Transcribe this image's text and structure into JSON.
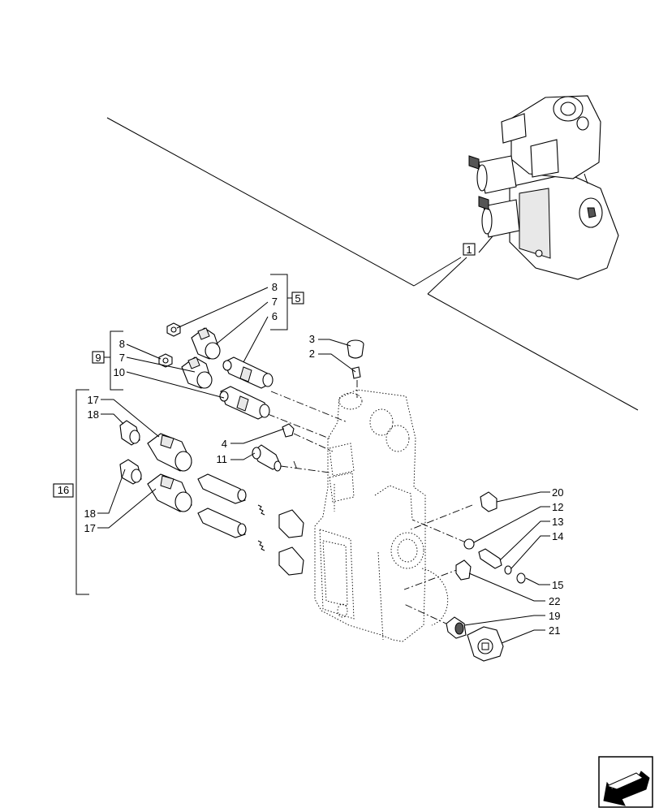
{
  "callouts": {
    "c1": "1",
    "c2": "2",
    "c3": "3",
    "c4": "4",
    "c5": "5",
    "c6": "6",
    "c7a": "7",
    "c7b": "7",
    "c8a": "8",
    "c8b": "8",
    "c9": "9",
    "c10": "10",
    "c11": "11",
    "c12": "12",
    "c13": "13",
    "c14": "14",
    "c15": "15",
    "c16": "16",
    "c17a": "17",
    "c17b": "17",
    "c18a": "18",
    "c18b": "18",
    "c19": "19",
    "c20": "20",
    "c21": "21",
    "c22": "22"
  },
  "icons": {
    "nav": "next-page-arrow-icon"
  }
}
